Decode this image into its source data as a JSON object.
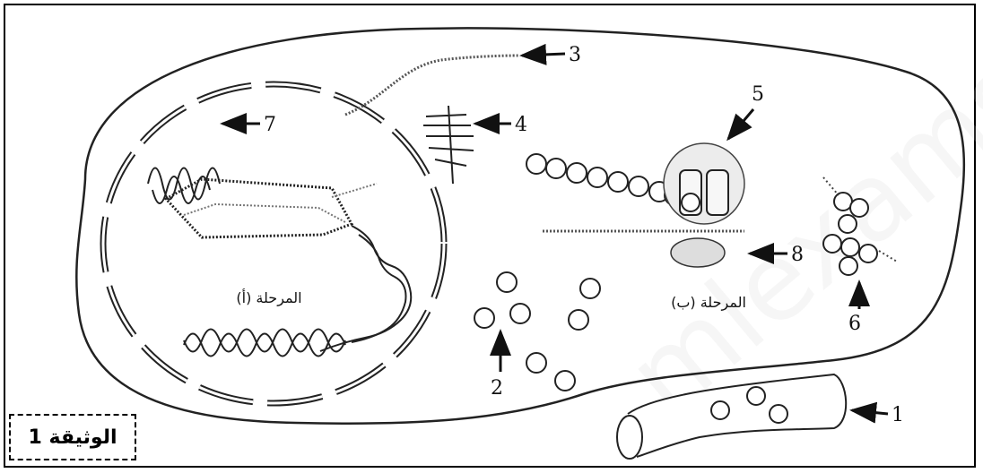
{
  "labels": {
    "n1": "1",
    "n2": "2",
    "n3": "3",
    "n4": "4",
    "n5": "5",
    "n6": "6",
    "n7": "7",
    "n8": "8"
  },
  "stages": {
    "stage_a": "المرحلة (أ)",
    "stage_b": "المرحلة (ب)"
  },
  "document": {
    "label": "الوثيقة 1"
  },
  "watermark": "mlexams"
}
